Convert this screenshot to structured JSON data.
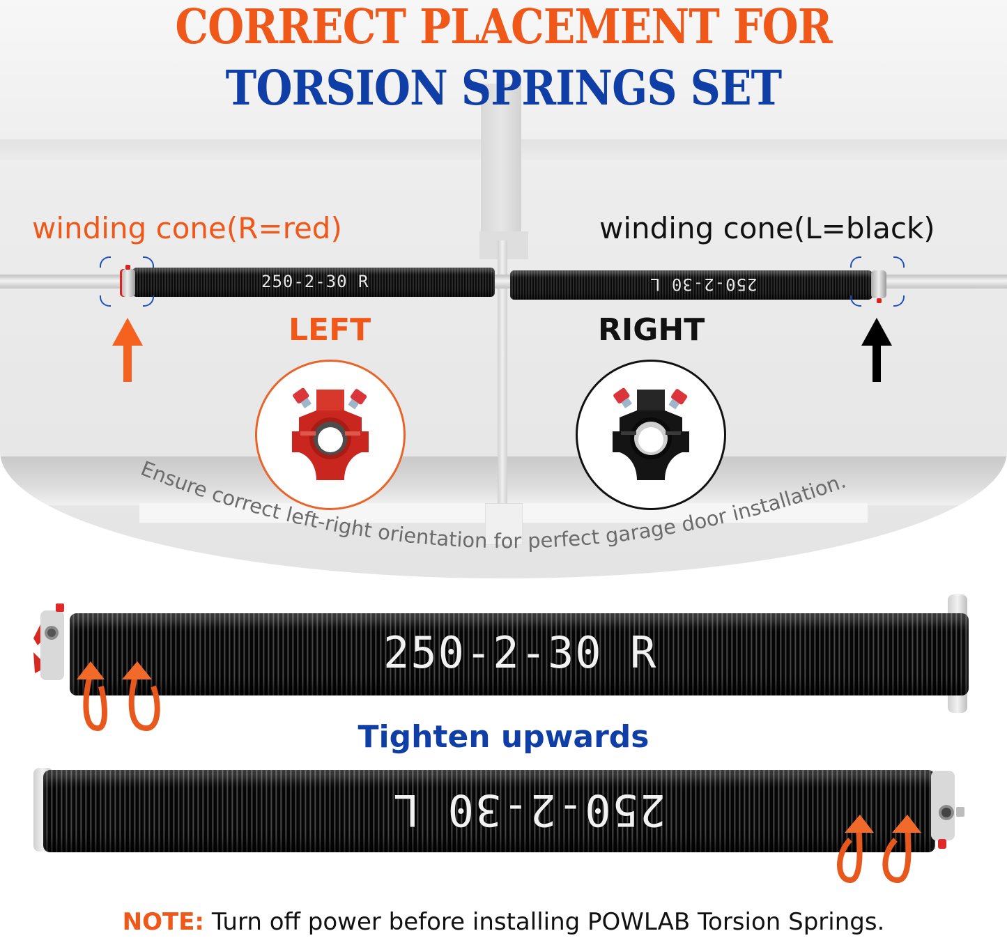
{
  "title": {
    "line1": "CORRECT PLACEMENT FOR",
    "line2": "TORSION SPRINGS SET"
  },
  "diagram": {
    "left_cone_label": "winding cone(R=red)",
    "right_cone_label": "winding cone(L=black)",
    "left_side_label": "LEFT",
    "right_side_label": "RIGHT",
    "left_spring_code": "250-2-30 R",
    "right_spring_code": "250-2-30 L",
    "orientation_note": "Ensure correct left-right orientation for perfect garage door installation."
  },
  "springs": {
    "top_spring_code": "250-2-30 R",
    "bottom_spring_code": "250-2-30 L",
    "instruction": "Tighten upwards"
  },
  "footer": {
    "note_prefix": "NOTE:",
    "note_text": " Turn off power before installing POWLAB Torsion Springs."
  },
  "colors": {
    "orange_accent": "#f0581a",
    "blue_accent": "#0f3ea6",
    "black": "#111111",
    "red_cone": "#d42a22"
  },
  "icons": {
    "left_arrow": "arrow-up-orange",
    "right_arrow": "arrow-up-black",
    "rotation_arrows": "curved-arrow-up-orange"
  }
}
